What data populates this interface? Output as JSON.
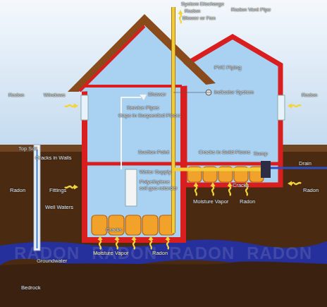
{
  "diagram": {
    "labels": [
      "System Discharge",
      "Radon",
      "Blower or Fan",
      "Radon Vent Pipe",
      "PVC Piping",
      "Indicator System",
      "Shower",
      "Service Pipes",
      "Gaps in Suspended Floors",
      "Windows",
      "Radon",
      "Radon",
      "Top Soil",
      "Cracks in Walls",
      "Radon",
      "Fittings",
      "Suction Point",
      "Water Supply",
      "Polyethylene soil gas retarder",
      "Cracks in Solid Floors",
      "Sump",
      "Drain",
      "Cracks",
      "Moisture Vapor",
      "Radon",
      "Radon",
      "Well Waters",
      "Cracks",
      "Moisture Vapor",
      "Radon",
      "Groundwater",
      "Bedrock",
      "RADON",
      "RADON",
      "RADON",
      "RADON"
    ]
  }
}
